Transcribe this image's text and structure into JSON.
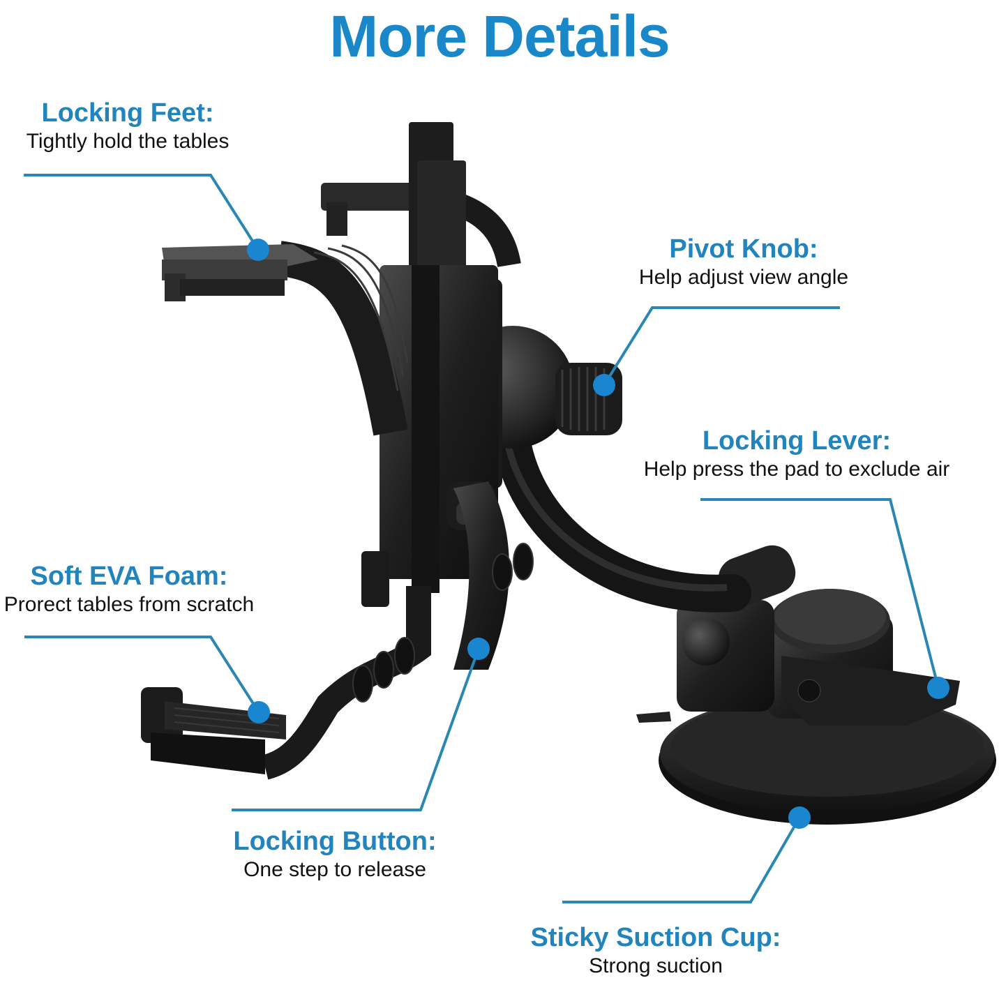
{
  "title": "More Details",
  "colors": {
    "accent": "#1a87c9",
    "heading": "#2284bd",
    "leader_line": "#2a87b3",
    "dot": "#1a86d0",
    "text": "#111111",
    "product": "#1c1c1c"
  },
  "callouts": [
    {
      "id": "locking-feet",
      "heading": "Locking Feet:",
      "description": "Tightly hold the tables"
    },
    {
      "id": "pivot-knob",
      "heading": "Pivot Knob:",
      "description": "Help adjust view angle"
    },
    {
      "id": "locking-lever",
      "heading": "Locking Lever:",
      "description": "Help press the pad to exclude air"
    },
    {
      "id": "soft-eva-foam",
      "heading": "Soft EVA Foam:",
      "description": "Prorect tables from scratch"
    },
    {
      "id": "locking-button",
      "heading": "Locking Button:",
      "description": "One step to release"
    },
    {
      "id": "sticky-suction-cup",
      "heading": "Sticky Suction Cup:",
      "description": "Strong suction"
    }
  ]
}
